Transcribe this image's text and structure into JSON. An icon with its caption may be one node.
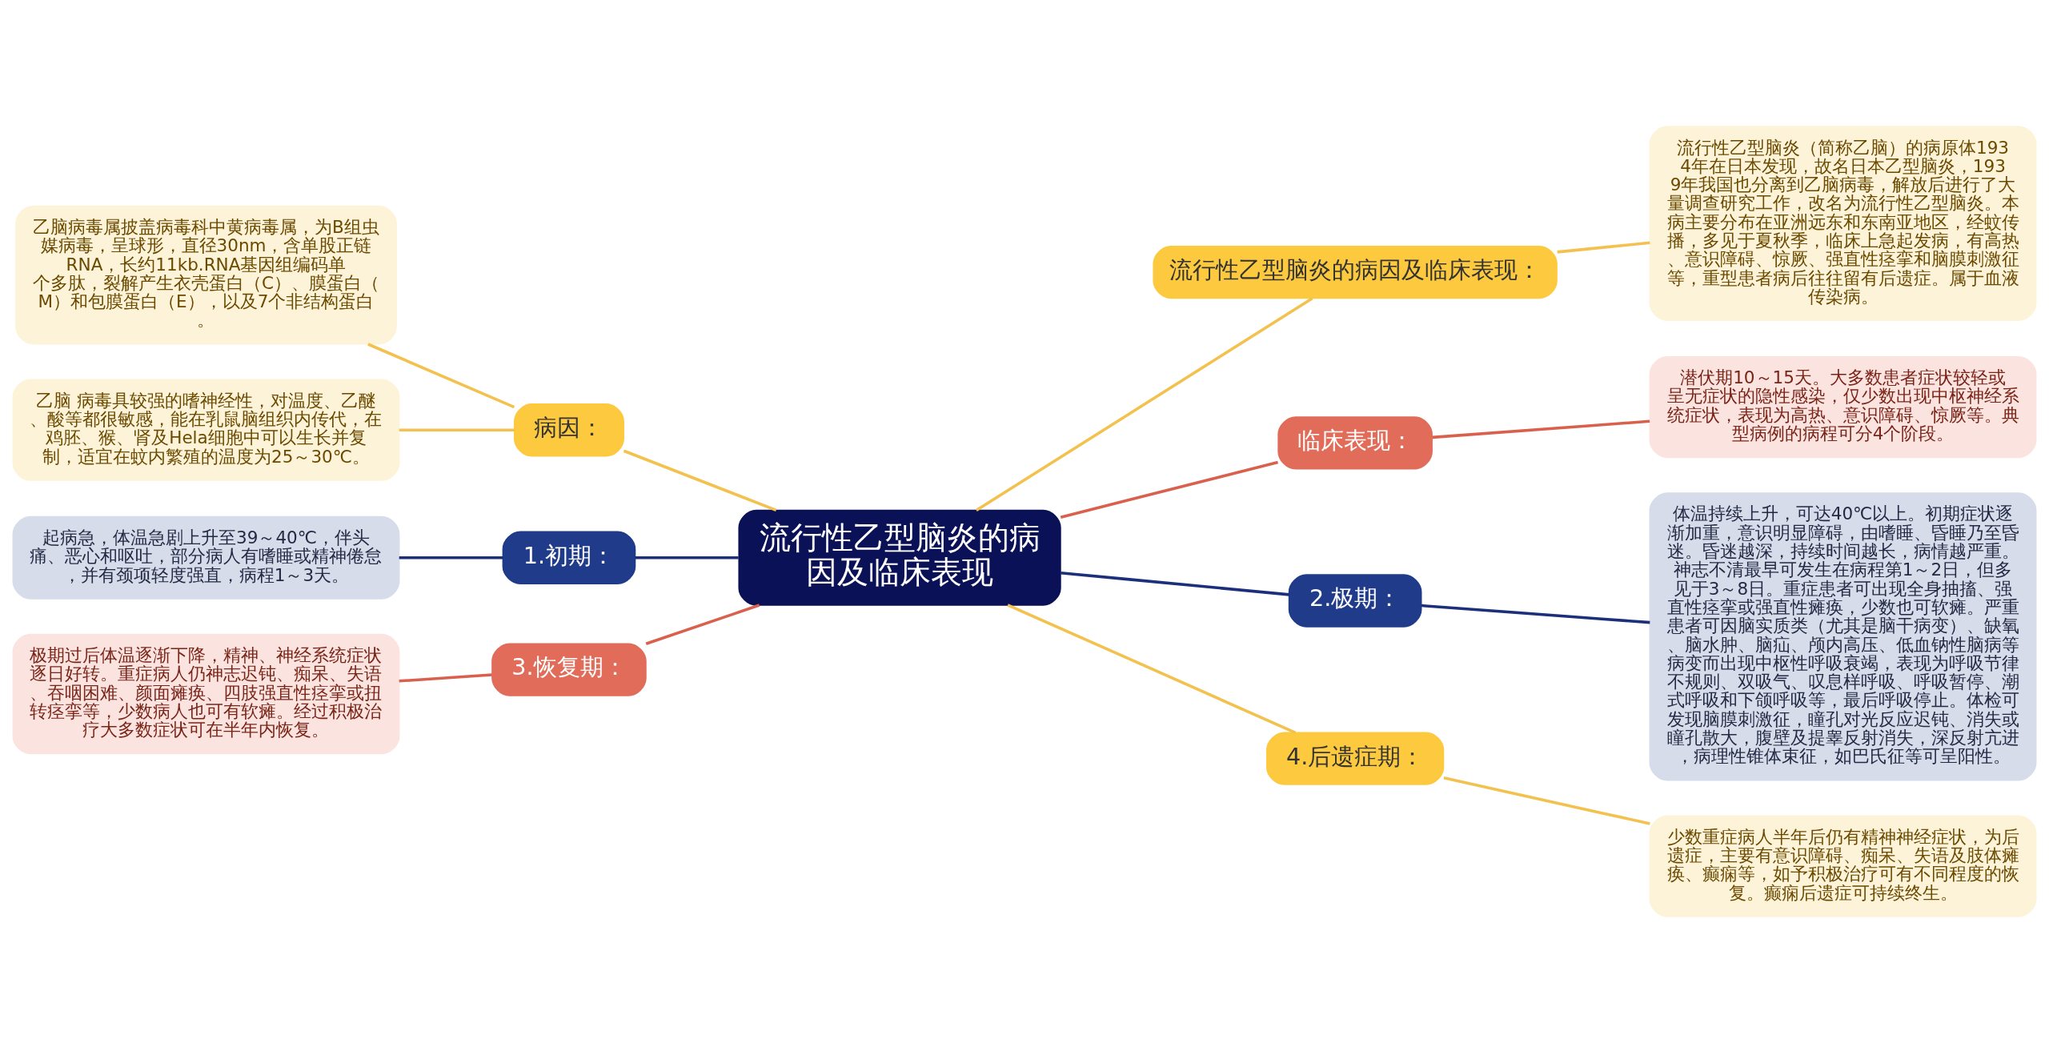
{
  "diagram": {
    "nodes": [
      {
        "text": [
          "流行性乙型脑炎的病因及临床表现"
        ]
      },
      {
        "text": [
          "流行性乙型脑炎的病因及临床表现："
        ]
      },
      {
        "text": [
          "流行性乙型脑炎（简称乙脑）的病原体1934年在日本发现，故名日本乙型脑炎，1939年我国也分离到乙脑病毒，解放后进行了大量调查研究工作，改名为流行性乙型脑炎。本病主要分布在亚洲远东和东南亚地区，经蚊传播，多见于夏秋季，临床上急起发病，有高热、意识障碍、惊厥、强直性痉挛和脑膜刺激征等，重型患者病后往往留有后遗症。属于血液传染病。"
        ]
      },
      {
        "text": [
          "临床表现："
        ]
      },
      {
        "text": [
          "潜伏期10～15天。大多数患者症状较轻或呈无症状的隐性感染，仅少数出现中枢神经系统症状，表现为高热、意识障碍、惊厥等。典型病例的病程可分4个阶段。"
        ]
      },
      {
        "text": [
          "2.极期："
        ]
      },
      {
        "text": [
          "体温持续上升，可达40℃以上。初期症状逐渐加重，意识明显障碍，由嗜睡、昏睡乃至昏迷。昏迷越深，持续时间越长，病情越严重。神志不清最早可发生在病程第1～2日，但多见于3～8日。重症患者可出现全身抽搐、强直性痉挛或强直性瘫痪，少数也可软瘫。严重患者可因脑实质类（尤其是脑干病变）、缺氧、脑水肿、脑疝、颅内高压、低血钠性脑病等病变而出现中枢性呼吸衰竭，表现为呼吸节律不规则、双吸气、叹息样呼吸、呼吸暂停、潮式呼吸和下颌呼吸等，最后呼吸停止。体检可发现脑膜刺激征，瞳孔对光反应迟钝、消失或瞳孔散大，腹壁及提睾反射消失，深反射亢进，病理性锥体束征，如巴氏征等可呈阳性。"
        ]
      },
      {
        "text": [
          "4.后遗症期："
        ]
      },
      {
        "text": [
          "少数重症病人半年后仍有精神神经症状，为后遗症，主要有意识障碍、痴呆、失语及肢体瘫痪、癫痫等，如予积极治疗可有不同程度的恢复。癫痫后遗症可持续终生。"
        ]
      },
      {
        "text": [
          "病因："
        ]
      },
      {
        "text": [
          "乙脑病毒属披盖病毒科中黄病毒属，为B组虫媒病毒，呈球形，直径30nm，含单股正链RNA，长约11kb.RNA基因组编码单个多肽，裂解产生衣壳蛋白（C）、膜蛋白（M）和包膜蛋白（E），以及7个非结构蛋白。"
        ]
      },
      {
        "text": [
          "乙脑 病毒具较强的嗜神经性，对温度、乙醚、酸等都很敏感，能在乳鼠脑组织内传代，在鸡胚、猴、肾及Hela细胞中可以生长并复制，适宜在蚊内繁殖的温度为25～30℃。"
        ]
      },
      {
        "text": [
          "1.初期："
        ]
      },
      {
        "text": [
          "起病急，体温急剧上升至39～40℃，伴头痛、恶心和呕吐，部分病人有嗜睡或精神倦怠，并有颈项轻度强直，病程1～3天。"
        ]
      },
      {
        "text": [
          "3.恢复期："
        ]
      },
      {
        "text": [
          "极期过后体温逐渐下降，精神、神经系统症状逐日好转。重症病人仍神志迟钝、痴呆、失语、吞咽困难、颜面瘫痪、四肢强直性痉挛或扭转痉挛等，少数病人也可有软瘫。经过积极治疗大多数症状可在半年内恢复。"
        ]
      }
    ],
    "edges": [
      {
        "from": 0,
        "to": 1,
        "arrow": "none"
      },
      {
        "from": 1,
        "to": 2,
        "arrow": "none"
      },
      {
        "from": 0,
        "to": 3,
        "arrow": "none",
        "color": "#d9604c"
      },
      {
        "from": 3,
        "to": 4,
        "arrow": "none",
        "color": "#d9604c"
      },
      {
        "from": 0,
        "to": 5,
        "arrow": "none",
        "color": "#1b2f7a"
      },
      {
        "from": 5,
        "to": 6,
        "arrow": "none",
        "color": "#1b2f7a"
      },
      {
        "from": 0,
        "to": 7,
        "arrow": "none"
      },
      {
        "from": 7,
        "to": 8,
        "arrow": "none"
      },
      {
        "from": 0,
        "to": 9,
        "arrow": "none"
      },
      {
        "from": 9,
        "to": 10,
        "arrow": "none"
      },
      {
        "from": 9,
        "to": 11,
        "arrow": "none"
      },
      {
        "from": 0,
        "to": 12,
        "arrow": "none",
        "color": "#1b2f7a"
      },
      {
        "from": 12,
        "to": 13,
        "arrow": "none",
        "color": "#1b2f7a"
      },
      {
        "from": 0,
        "to": 14,
        "arrow": "none",
        "color": "#d9604c"
      },
      {
        "from": 14,
        "to": 15,
        "arrow": "none",
        "color": "#d9604c"
      }
    ]
  }
}
